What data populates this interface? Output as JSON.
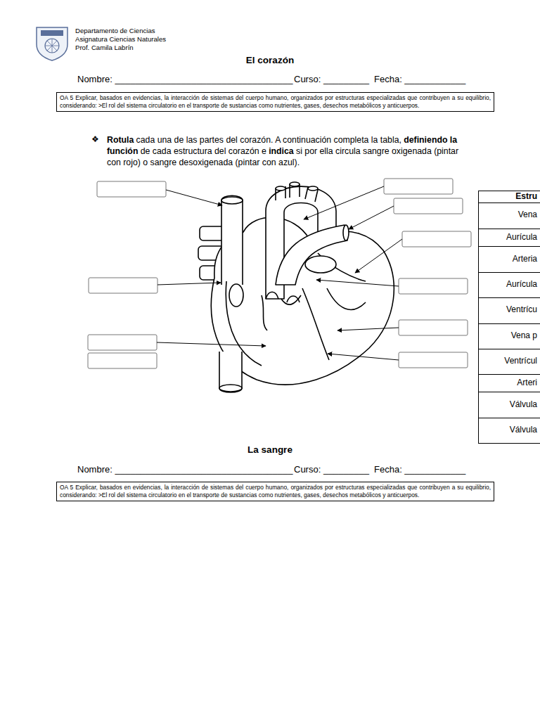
{
  "diagram": {
    "title": "El corazón",
    "nodes": [
      {
        "text": [
          "OA 5 Explicar, basados en evidencias, la interacción de sistemas del cuerpo humano, organizados por estructuras especializadas que contribuyen a su equilibrio, considerando: >El rol del sistema circulatorio en el transporte de sustancias como nutrientes, gases, desechos metabólicos y anticuerpos."
        ]
      },
      {
        "text": [
          "OA 5 Explicar, basados en evidencias, la interacción de sistemas del cuerpo humano, organizados por estructuras especializadas que contribuyen a su equilibrio, considerando: >El rol del sistema circulatorio en el transporte de sustancias como nutrientes, gases, desechos metabólicos y anticuerpos."
        ]
      }
    ],
    "labels": [
      "Departamento de Ciencias",
      "Asignatura Ciencias Naturales",
      "Prof. Camila Labrín",
      "Nombre: ___________________________________",
      "Curso: _________",
      "Fecha: ____________",
      "❖",
      "Rotula",
      "cada una de las partes del corazón. A continuación completa la tabla,",
      "definiendo la función",
      "de cada estructura del corazón e",
      "indica",
      "si por ella circula sangre oxigenada (pintar con rojo) o sangre desoxigenada (pintar con azul).",
      "Estru",
      "Vena",
      "Aurícula",
      "Arteria",
      "Aurícula",
      "Ventrícu",
      "Vena p",
      "Ventrícul",
      "Arteri",
      "Válvula",
      "Válvula",
      "La sangre",
      "Nombre: ___________________________________",
      "Curso: _________",
      "Fecha: ____________"
    ]
  }
}
